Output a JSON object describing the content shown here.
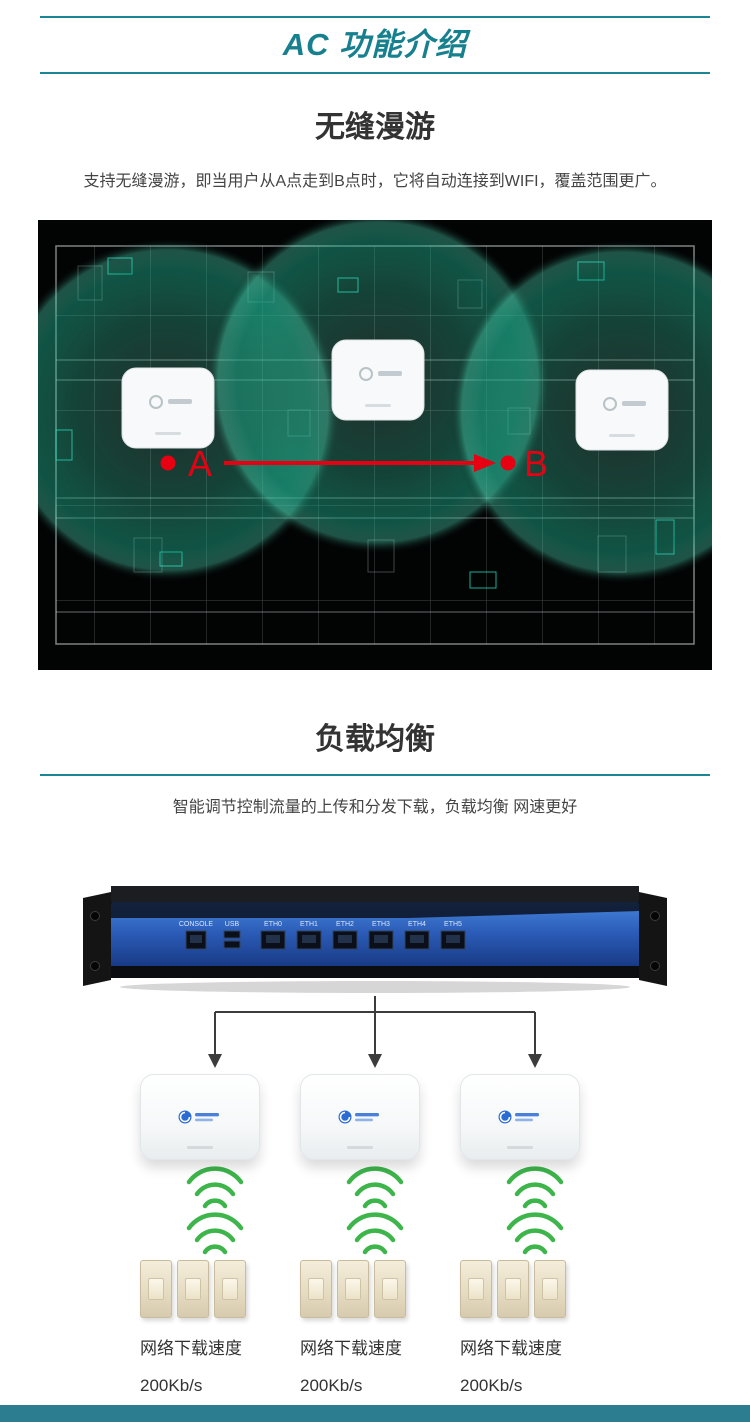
{
  "header": {
    "title": "AC 功能介绍"
  },
  "roaming": {
    "title": "无缝漫游",
    "description": "支持无缝漫游，即当用户从A点走到B点时，它将自动连接到WIFI，覆盖范围更广。",
    "point_a": "A",
    "point_b": "B"
  },
  "load": {
    "title": "负载均衡",
    "description": "智能调节控制流量的上传和分发下载，负载均衡 网速更好",
    "ports": [
      "CONSOLE",
      "USB",
      "ETH0",
      "ETH1",
      "ETH2",
      "ETH3",
      "ETH4",
      "ETH5"
    ],
    "groups": [
      {
        "label": "网络下载速度",
        "speed": "200Kb/s"
      },
      {
        "label": "网络下载速度",
        "speed": "200Kb/s"
      },
      {
        "label": "网络下载速度",
        "speed": "200Kb/s"
      }
    ]
  },
  "colors": {
    "accent_teal": "#1b8796",
    "coverage_teal": "#2bbfa0",
    "arrow_red": "#e60012",
    "signal_green": "#3db54b",
    "device_blue": "#2b5cb8"
  }
}
